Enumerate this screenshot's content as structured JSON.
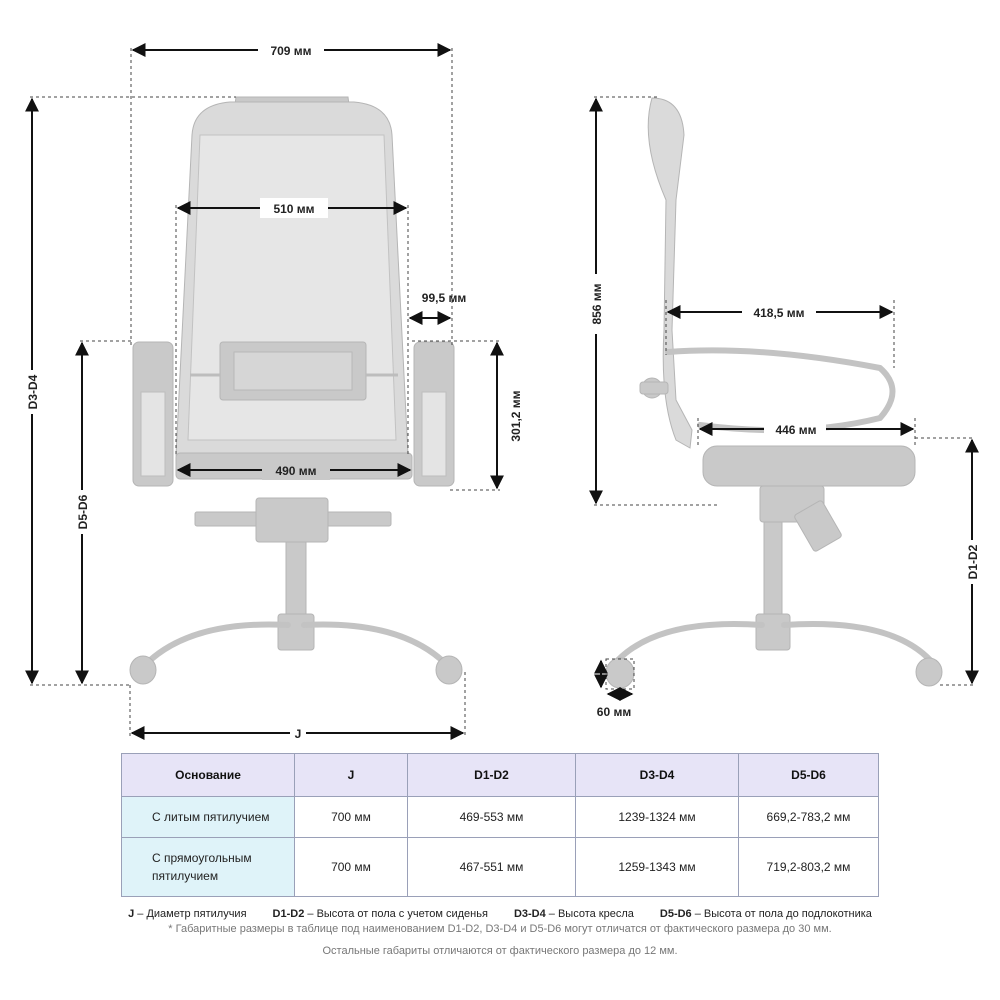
{
  "dimensions": {
    "width_total": "709 мм",
    "back_width": "510 мм",
    "armrest_offset": "99,5 мм",
    "armrest_height": "301,2 мм",
    "seat_width": "490 мм",
    "base_label": "J",
    "height_label": "D3-D4",
    "arm_floor_label": "D5-D6",
    "back_height": "856 мм",
    "seat_depth_top": "418,5 мм",
    "seat_depth": "446 мм",
    "seat_floor_label": "D1-D2",
    "wheel": "60 мм"
  },
  "table": {
    "headers": [
      "Основание",
      "J",
      "D1-D2",
      "D3-D4",
      "D5-D6"
    ],
    "rows": [
      [
        "С литым пятилучием",
        "700 мм",
        "469-553 мм",
        "1239-1324 мм",
        "669,2-783,2 мм"
      ],
      [
        "С прямоугольным пятилучием",
        "700 мм",
        "467-551 мм",
        "1259-1343 мм",
        "719,2-803,2 мм"
      ]
    ]
  },
  "legend": {
    "j_key": "J",
    "j_text": "– Диаметр пятилучия",
    "d1_key": "D1-D2",
    "d1_text": "– Высота от пола с учетом сиденья",
    "d3_key": "D3-D4",
    "d3_text": "– Высота кресла",
    "d5_key": "D5-D6",
    "d5_text": "– Высота от пола до подлокотника",
    "note1": "* Габаритные размеры в таблице под наименованием D1-D2, D3-D4 и D5-D6 могут отличатся от фактического размера до 30 мм.",
    "note2": "Остальные габариты отличаются от фактического размера до 12 мм."
  },
  "colors": {
    "chair_fill": "#c9c9c9",
    "table_header": "#e7e4f7",
    "table_first_col": "#dff3f9"
  }
}
